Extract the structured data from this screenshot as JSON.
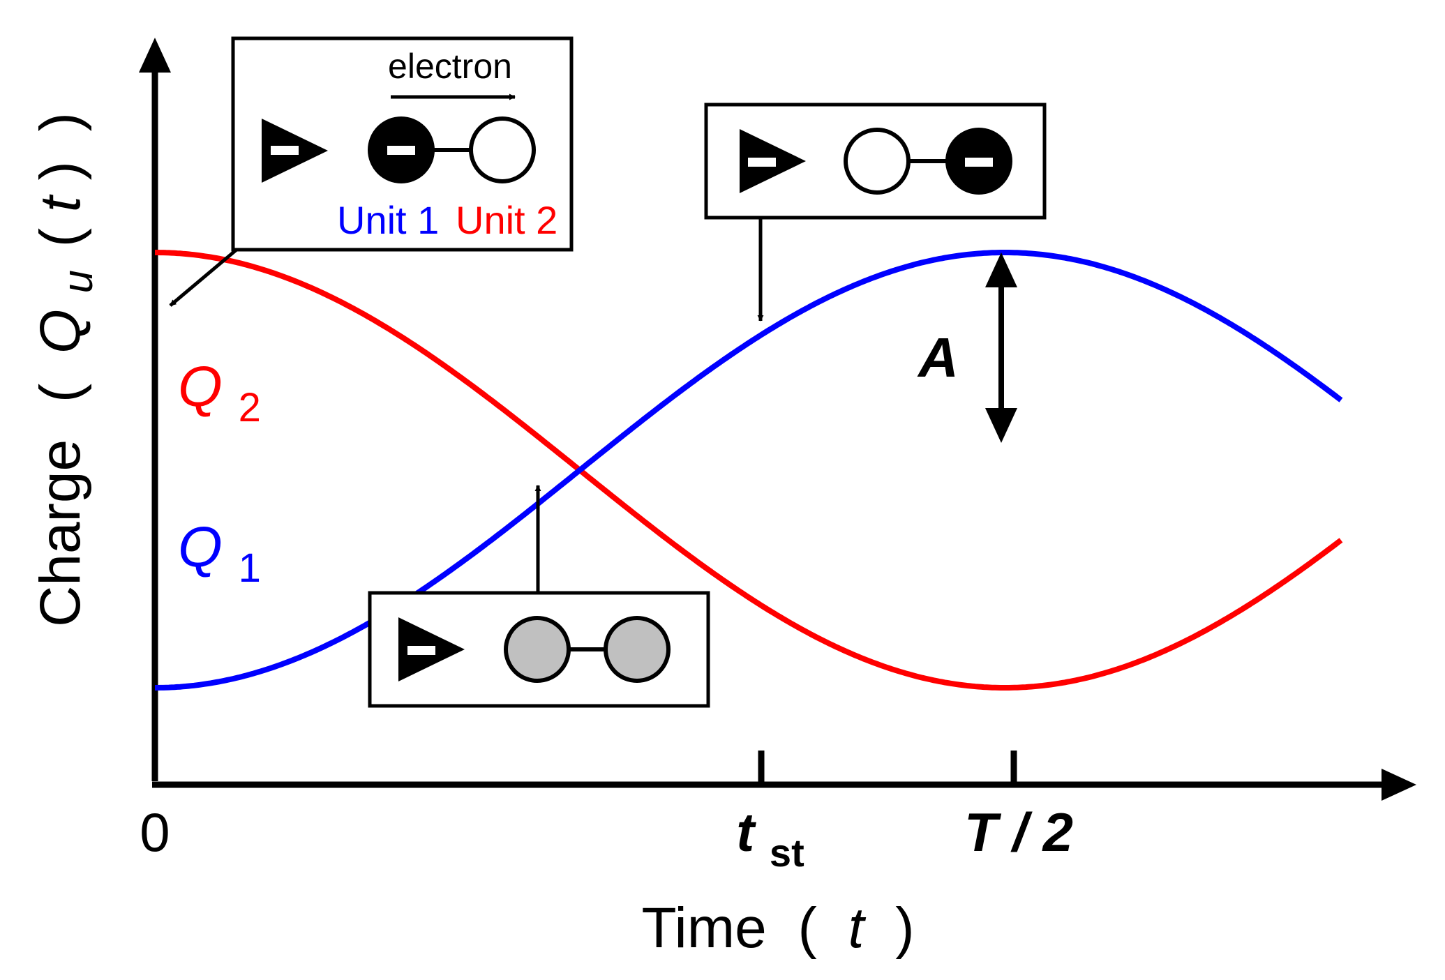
{
  "axes": {
    "y_label": "Charge",
    "y_label_paren_open": "(",
    "y_label_q": "Q",
    "y_label_sub": "u",
    "y_label_arg_open": "(",
    "y_label_t": "t",
    "y_label_arg_close": ")",
    "y_label_paren_close": ")",
    "x_label": "Time",
    "x_label_paren_open": "(",
    "x_label_t": "t",
    "x_label_paren_close": ")",
    "tick_origin": "0",
    "tick_tst_main": "t",
    "tick_tst_sub": "st",
    "tick_half_period": "T / 2"
  },
  "curves": {
    "q2_main": "Q",
    "q2_sub": "2",
    "q2_color": "#ff0000",
    "q1_main": "Q",
    "q1_sub": "1",
    "q1_color": "#0000ff"
  },
  "amplitude_label": "A",
  "insets": {
    "initial": {
      "electron_label": "electron",
      "unit1_label": "Unit 1",
      "unit2_label": "Unit 2"
    }
  },
  "chart_data": {
    "type": "line",
    "x_ticks": [
      "0",
      "t_st",
      "T / 2"
    ],
    "series": [
      {
        "name": "Q_2",
        "color": "#ff0000",
        "shape": "cosine, starts at maximum, minimum at T/2"
      },
      {
        "name": "Q_1",
        "color": "#0000ff",
        "shape": "cosine, starts at minimum, maximum at T/2"
      }
    ],
    "xlabel": "Time ( t )",
    "ylabel": "Charge ( Q_u (t) )"
  }
}
